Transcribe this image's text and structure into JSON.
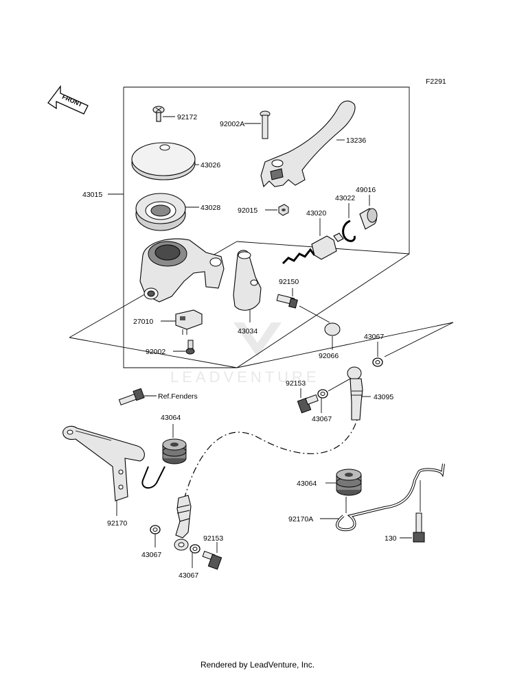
{
  "figure_code": "F2291",
  "front_label": "FRONT",
  "watermark": "LEADVENTURE",
  "footer": "Rendered by LeadVenture, Inc.",
  "parts": {
    "p92172": "92172",
    "p92002A": "92002A",
    "p13236": "13236",
    "p43026": "43026",
    "p43015": "43015",
    "p43028": "43028",
    "p92015": "92015",
    "p43020": "43020",
    "p43022": "43022",
    "p49016": "49016",
    "p92150": "92150",
    "p27010": "27010",
    "p43034": "43034",
    "p92066": "92066",
    "p92002": "92002",
    "p43067a": "43067",
    "p92153a": "92153",
    "p43095": "43095",
    "p43067b": "43067",
    "ref_fenders": "Ref.Fenders",
    "p43064a": "43064",
    "p92170": "92170",
    "p43064b": "43064",
    "p92170A": "92170A",
    "p130": "130",
    "p43067c": "43067",
    "p92153b": "92153",
    "p43067d": "43067"
  }
}
